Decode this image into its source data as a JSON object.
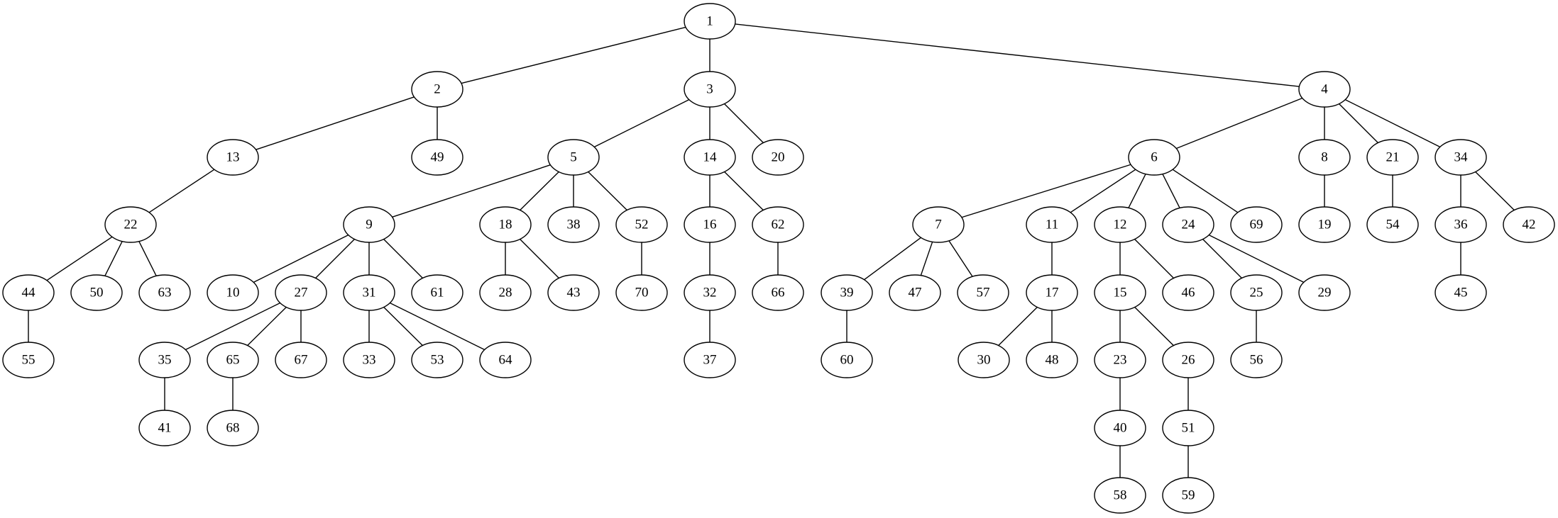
{
  "nodes": [
    "1",
    "2",
    "3",
    "4",
    "5",
    "6",
    "7",
    "8",
    "9",
    "10",
    "11",
    "12",
    "13",
    "14",
    "15",
    "16",
    "17",
    "18",
    "19",
    "20",
    "21",
    "22",
    "23",
    "24",
    "25",
    "26",
    "27",
    "28",
    "29",
    "30",
    "31",
    "32",
    "33",
    "34",
    "35",
    "36",
    "37",
    "38",
    "39",
    "40",
    "41",
    "42",
    "43",
    "44",
    "45",
    "46",
    "47",
    "48",
    "49",
    "50",
    "51",
    "52",
    "53",
    "54",
    "55",
    "56",
    "57",
    "58",
    "59",
    "60",
    "61",
    "62",
    "63",
    "64",
    "65",
    "66",
    "67",
    "68",
    "69",
    "70"
  ],
  "edges": [
    [
      "1",
      "2"
    ],
    [
      "1",
      "3"
    ],
    [
      "1",
      "4"
    ],
    [
      "2",
      "13"
    ],
    [
      "2",
      "49"
    ],
    [
      "3",
      "5"
    ],
    [
      "3",
      "14"
    ],
    [
      "3",
      "20"
    ],
    [
      "4",
      "6"
    ],
    [
      "4",
      "8"
    ],
    [
      "4",
      "21"
    ],
    [
      "4",
      "34"
    ],
    [
      "13",
      "22"
    ],
    [
      "5",
      "9"
    ],
    [
      "5",
      "18"
    ],
    [
      "5",
      "38"
    ],
    [
      "5",
      "52"
    ],
    [
      "14",
      "16"
    ],
    [
      "14",
      "62"
    ],
    [
      "6",
      "7"
    ],
    [
      "6",
      "11"
    ],
    [
      "6",
      "12"
    ],
    [
      "6",
      "24"
    ],
    [
      "6",
      "69"
    ],
    [
      "8",
      "19"
    ],
    [
      "21",
      "54"
    ],
    [
      "34",
      "36"
    ],
    [
      "34",
      "42"
    ],
    [
      "22",
      "44"
    ],
    [
      "22",
      "50"
    ],
    [
      "22",
      "63"
    ],
    [
      "9",
      "10"
    ],
    [
      "9",
      "27"
    ],
    [
      "9",
      "31"
    ],
    [
      "9",
      "61"
    ],
    [
      "18",
      "28"
    ],
    [
      "18",
      "43"
    ],
    [
      "52",
      "70"
    ],
    [
      "16",
      "32"
    ],
    [
      "62",
      "66"
    ],
    [
      "7",
      "39"
    ],
    [
      "7",
      "47"
    ],
    [
      "7",
      "57"
    ],
    [
      "11",
      "17"
    ],
    [
      "12",
      "15"
    ],
    [
      "12",
      "46"
    ],
    [
      "24",
      "25"
    ],
    [
      "24",
      "29"
    ],
    [
      "36",
      "45"
    ],
    [
      "44",
      "55"
    ],
    [
      "27",
      "35"
    ],
    [
      "27",
      "65"
    ],
    [
      "27",
      "67"
    ],
    [
      "31",
      "33"
    ],
    [
      "31",
      "53"
    ],
    [
      "31",
      "64"
    ],
    [
      "32",
      "37"
    ],
    [
      "39",
      "60"
    ],
    [
      "17",
      "30"
    ],
    [
      "17",
      "48"
    ],
    [
      "15",
      "23"
    ],
    [
      "15",
      "26"
    ],
    [
      "25",
      "56"
    ],
    [
      "35",
      "41"
    ],
    [
      "65",
      "68"
    ],
    [
      "23",
      "40"
    ],
    [
      "26",
      "51"
    ],
    [
      "40",
      "58"
    ],
    [
      "51",
      "59"
    ]
  ],
  "colors": {
    "stroke": "#000000",
    "fill": "#ffffff",
    "text": "#000000"
  }
}
